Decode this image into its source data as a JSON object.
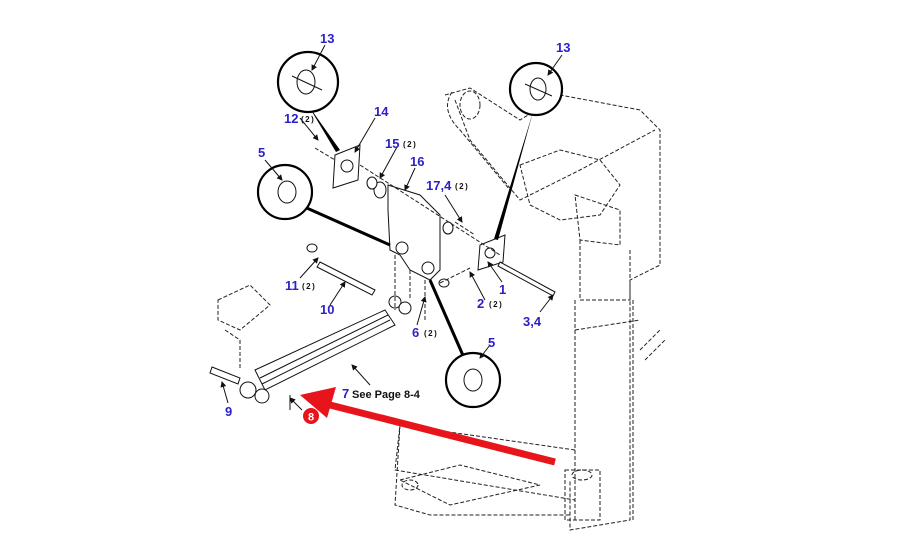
{
  "diagram": {
    "type": "exploded parts diagram",
    "callouts": [
      {
        "id": "13-left",
        "label": "13",
        "qty": ""
      },
      {
        "id": "13-right",
        "label": "13",
        "qty": ""
      },
      {
        "id": "14",
        "label": "14",
        "qty": ""
      },
      {
        "id": "12",
        "label": "12",
        "qty": "(2)"
      },
      {
        "id": "15",
        "label": "15",
        "qty": "(2)"
      },
      {
        "id": "16",
        "label": "16",
        "qty": ""
      },
      {
        "id": "5-upper",
        "label": "5",
        "qty": ""
      },
      {
        "id": "5-lower",
        "label": "5",
        "qty": ""
      },
      {
        "id": "17-4",
        "label": "17,4",
        "qty": "(2)"
      },
      {
        "id": "11",
        "label": "11",
        "qty": "(2)"
      },
      {
        "id": "10",
        "label": "10",
        "qty": ""
      },
      {
        "id": "1",
        "label": "1",
        "qty": ""
      },
      {
        "id": "2",
        "label": "2",
        "qty": "(2)"
      },
      {
        "id": "3-4",
        "label": "3,4",
        "qty": ""
      },
      {
        "id": "6",
        "label": "6",
        "qty": "(2)"
      },
      {
        "id": "7",
        "label": "7",
        "qty": "",
        "note": "See Page 8-4"
      },
      {
        "id": "9",
        "label": "9",
        "qty": ""
      }
    ],
    "highlight": {
      "label": "8",
      "color": "#e8141b"
    },
    "colors": {
      "callout": "#2a1fc9",
      "arrow": "#e8141b",
      "line": "#111111"
    }
  }
}
